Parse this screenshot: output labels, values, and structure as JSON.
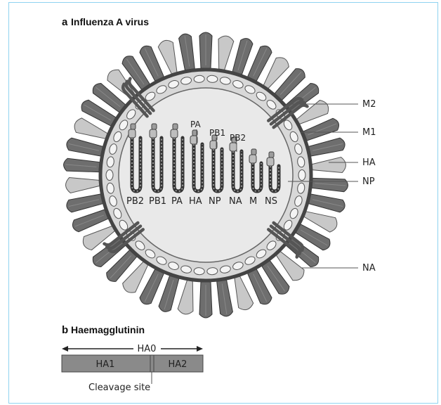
{
  "panel_a": {
    "letter": "a",
    "title": "Influenza A virus",
    "side_labels": [
      "M2",
      "M1",
      "HA",
      "NP",
      "NA"
    ],
    "segment_labels": [
      "PB2",
      "PB1",
      "PA",
      "HA",
      "NP",
      "NA",
      "M",
      "NS"
    ],
    "polymerase_labels": [
      "PA",
      "PB1",
      "PB2"
    ]
  },
  "panel_b": {
    "letter": "b",
    "title": "Haemagglutinin",
    "precursor_label": "HA0",
    "subunit_1": "HA1",
    "subunit_2": "HA2",
    "cleavage_label": "Cleavage site"
  },
  "colors": {
    "frame_border": "#8fd3f0",
    "membrane": "#444444",
    "spike_dark": "#6e6e6e",
    "spike_light": "#c8c8c8",
    "interior": "#e6e6e6",
    "bar_fill": "#8a8a8a"
  }
}
